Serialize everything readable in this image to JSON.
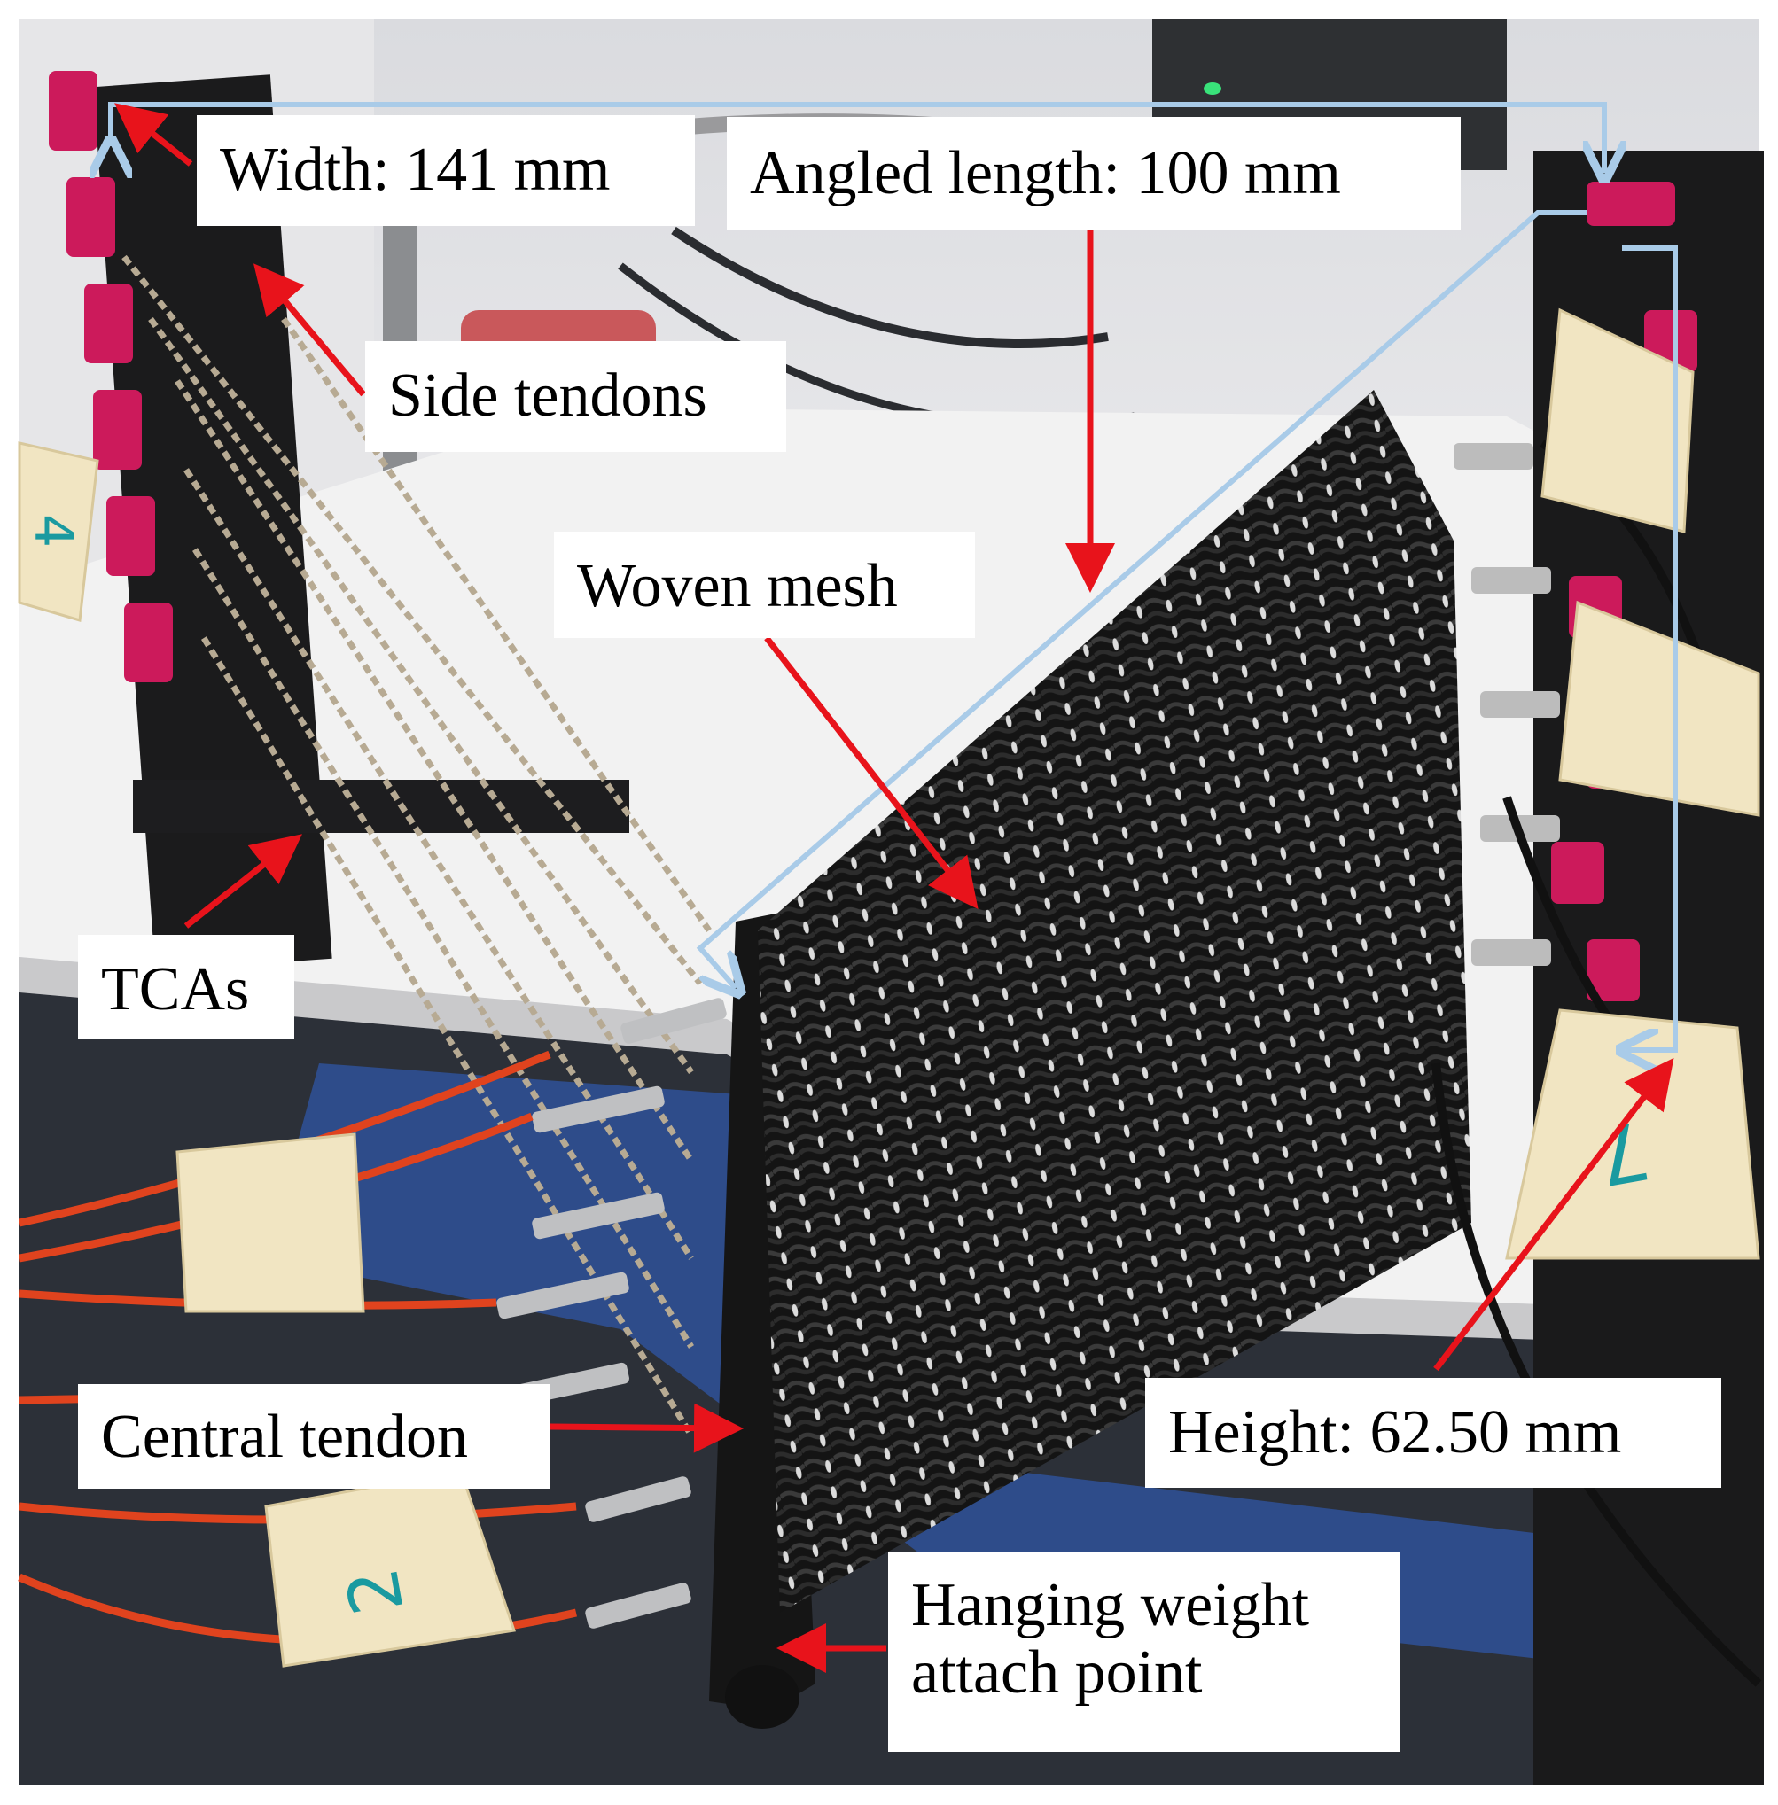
{
  "figure": {
    "annotation_colors": {
      "pointer_arrow": "#e8131b",
      "dimension_line": "#a9cbe8"
    },
    "labels": {
      "width": "Width: 141 mm",
      "angled_length": "Angled length: 100 mm",
      "side_tendons": "Side tendons",
      "woven_mesh": "Woven mesh",
      "tcas": "TCAs",
      "central_tendon": "Central tendon",
      "height": "Height: 62.50 mm",
      "hanging_weight_line1": "Hanging weight",
      "hanging_weight_line2": "attach point"
    },
    "tape_numbers": {
      "left_upper": "4",
      "left_lower": "2",
      "right_lower": "7"
    }
  }
}
